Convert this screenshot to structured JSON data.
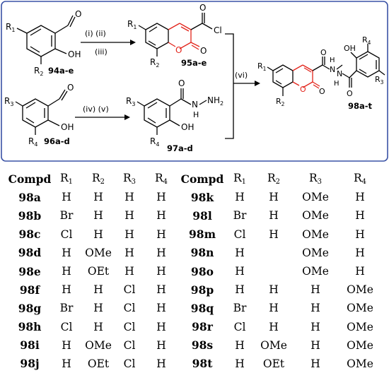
{
  "scheme": {
    "compounds": {
      "c94": "94a-e",
      "c95": "95a-e",
      "c96": "96a-d",
      "c97": "97a-d",
      "c98": "98a-t"
    },
    "conditions": {
      "step1_top": "(i) (ii)",
      "step1_bottom": "(iii)",
      "step2": "(iv) (v)",
      "step3": "(vi)"
    },
    "substituents": {
      "R1": "R",
      "R1_sub": "1",
      "R2": "R",
      "R2_sub": "2",
      "R3": "R",
      "R3_sub": "3",
      "R4": "R",
      "R4_sub": "4"
    },
    "atoms": {
      "O": "O",
      "H": "H",
      "OH": "OH",
      "Cl": "Cl",
      "N": "N",
      "NH2": "NH",
      "NH2_sub": "2"
    }
  },
  "table": {
    "headers": [
      "Compd",
      "R",
      "R",
      "R",
      "R",
      "Compd",
      "R",
      "R",
      "R",
      "R"
    ],
    "header_subs": [
      "",
      "1",
      "2",
      "3",
      "4",
      "",
      "1",
      "2",
      "3",
      "4"
    ],
    "rows": [
      [
        "98a",
        "H",
        "H",
        "H",
        "H",
        "98k",
        "H",
        "H",
        "OMe",
        "H"
      ],
      [
        "98b",
        "Br",
        "H",
        "H",
        "H",
        "98l",
        "Br",
        "H",
        "OMe",
        "H"
      ],
      [
        "98c",
        "Cl",
        "H",
        "H",
        "H",
        "98m",
        "Cl",
        "H",
        "OMe",
        "H"
      ],
      [
        "98d",
        "H",
        "OMe",
        "H",
        "H",
        "98n",
        "H",
        "",
        "OMe",
        "H"
      ],
      [
        "98e",
        "H",
        "OEt",
        "H",
        "H",
        "98o",
        "H",
        "",
        "OMe",
        "H"
      ],
      [
        "98f",
        "H",
        "H",
        "Cl",
        "H",
        "98p",
        "H",
        "H",
        "H",
        "OMe"
      ],
      [
        "98g",
        "Br",
        "H",
        "Cl",
        "H",
        "98q",
        "Br",
        "H",
        "H",
        "OMe"
      ],
      [
        "98h",
        "Cl",
        "H",
        "Cl",
        "H",
        "98r",
        "Cl",
        "H",
        "H",
        "OMe"
      ],
      [
        "98i",
        "H",
        "OMe",
        "Cl",
        "H",
        "98s",
        "H",
        "OMe",
        "H",
        "OMe"
      ],
      [
        "98j",
        "H",
        "OEt",
        "Cl",
        "H",
        "98t",
        "H",
        "OEt",
        "H",
        "OMe"
      ]
    ]
  },
  "colors": {
    "frame": "#3a52a5",
    "highlight": "#e2231a",
    "ink": "#000000"
  }
}
